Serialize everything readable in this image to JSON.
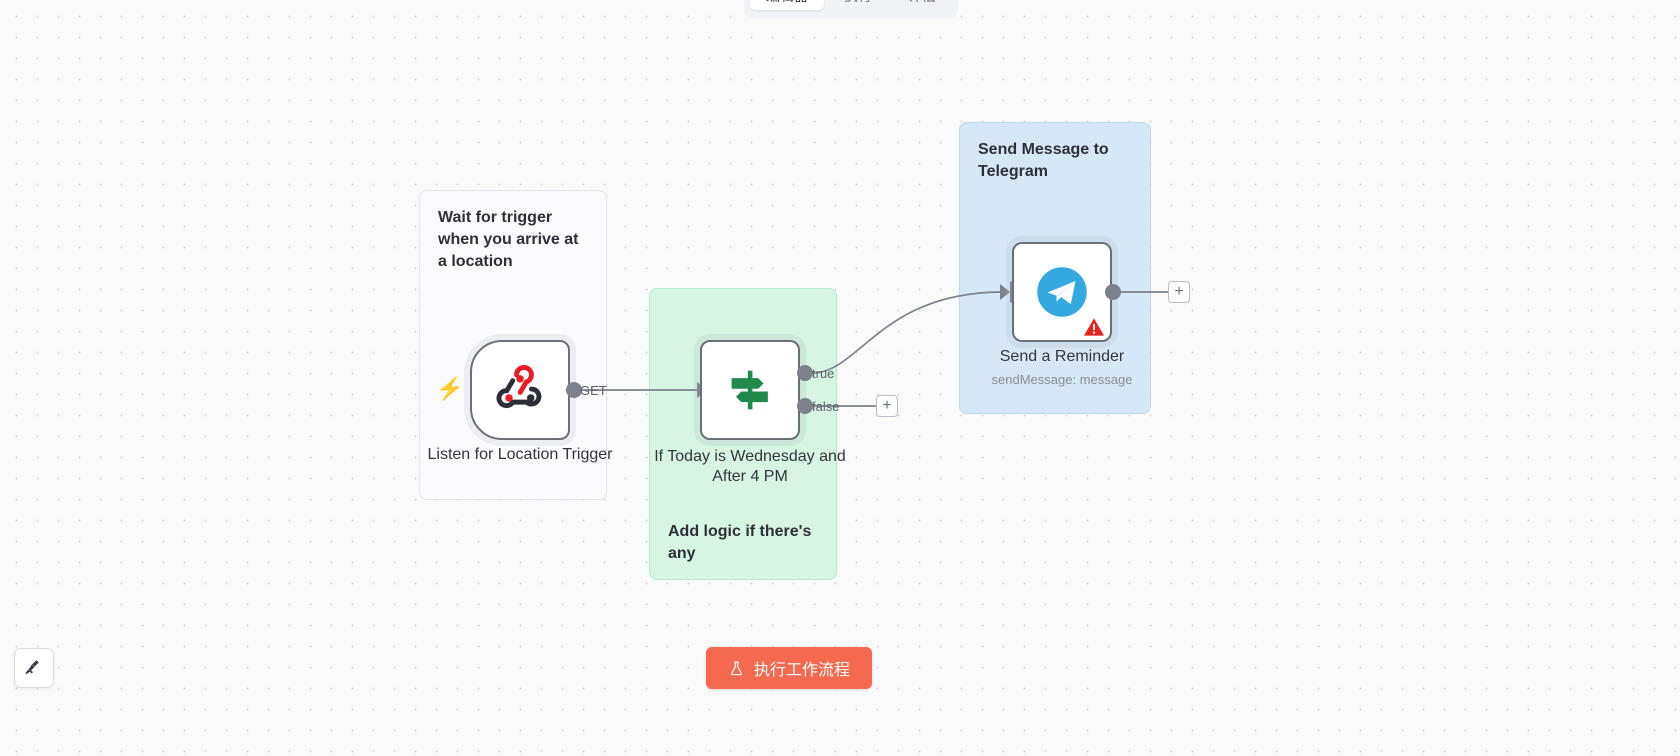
{
  "tabs": [
    {
      "label": "编辑器",
      "active": true
    },
    {
      "label": "执行",
      "active": false
    },
    {
      "label": "评估",
      "active": false
    }
  ],
  "sticky_notes": [
    {
      "id": "trigger-note",
      "title": "Wait for trigger when you arrive at a location",
      "color": "#fbfbfd"
    },
    {
      "id": "logic-note",
      "title": "",
      "subtitle": "Add logic if there's any",
      "color": "#d6f5e3"
    },
    {
      "id": "telegram-note",
      "title": "Send Message to Telegram",
      "color": "#d6e7f8"
    }
  ],
  "nodes": [
    {
      "id": "webhook",
      "icon": "webhook-icon",
      "label": "Listen for Location Trigger",
      "subtitle": "",
      "output_label": "GET",
      "has_trigger_bolt": true
    },
    {
      "id": "if",
      "icon": "signpost-icon",
      "label": "If Today is Wednesday and After 4 PM",
      "subtitle": "",
      "outputs": [
        "true",
        "false"
      ]
    },
    {
      "id": "telegram",
      "icon": "telegram-icon",
      "label": "Send a Reminder",
      "subtitle": "sendMessage: message",
      "has_warning": true
    }
  ],
  "buttons": {
    "tidy_up": {
      "icon": "broom-icon",
      "label": ""
    },
    "execute": {
      "icon": "flask-icon",
      "label": "执行工作流程"
    },
    "add_false_branch": {
      "label": "+"
    },
    "add_after_telegram": {
      "label": "+"
    }
  },
  "colors": {
    "accent": "#f4694f",
    "canvas": "#fafafb",
    "note_green": "#d6f5e3",
    "note_blue": "#d6e7f8",
    "note_white": "#fbfbfd",
    "edge": "#7c818c",
    "warning": "#e8231f",
    "telegram": "#34a8e0",
    "if_green": "#1f8a4c",
    "webhook_red": "#ea1d25"
  }
}
